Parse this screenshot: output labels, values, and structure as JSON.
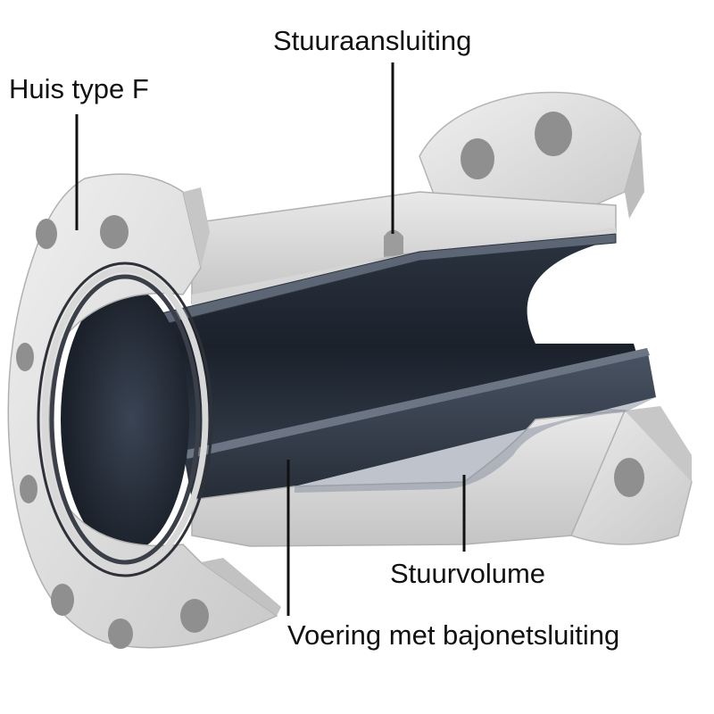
{
  "labels": {
    "housing": "Huis type F",
    "control_connection": "Stuuraansluiting",
    "control_volume": "Stuurvolume",
    "liner": "Voering met bajonetsluiting"
  },
  "colors": {
    "housing_light": "#e6e6e6",
    "housing_mid": "#cfcfcf",
    "housing_shadow": "#a9a9a9",
    "liner_dark": "#1e2530",
    "liner_mid": "#3a4352",
    "leader_line": "#111111"
  }
}
